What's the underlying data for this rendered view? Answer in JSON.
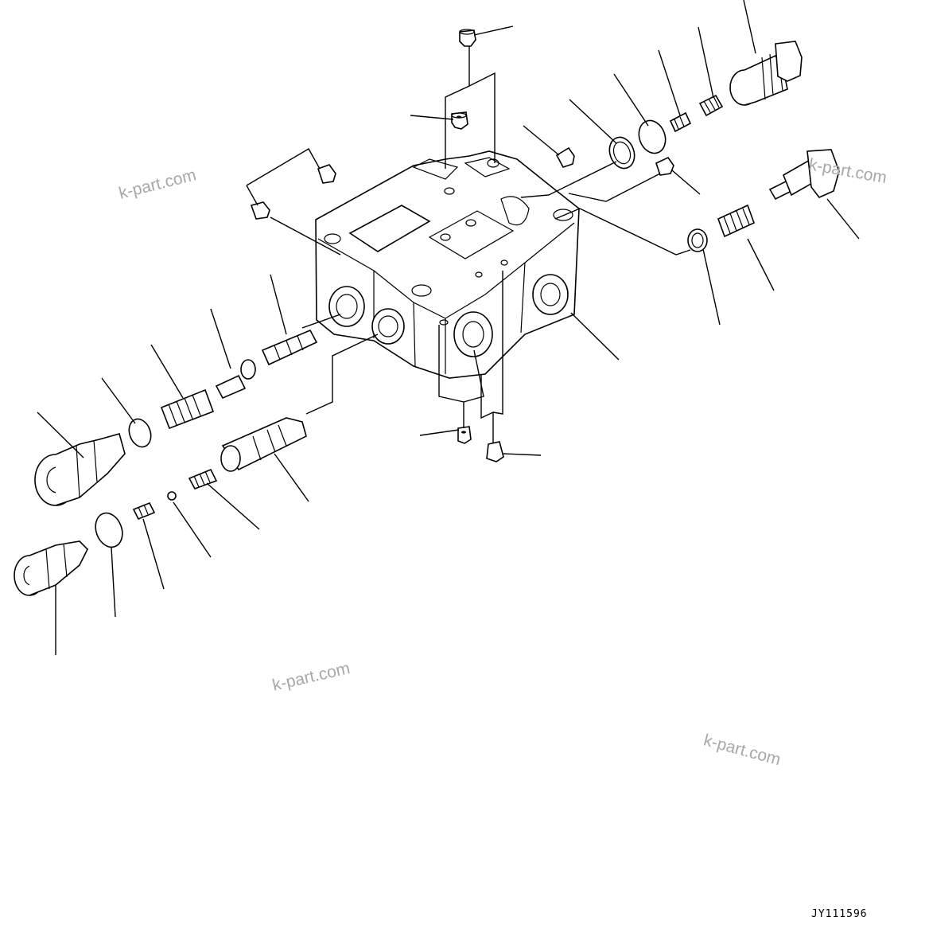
{
  "diagram": {
    "part_code": "JY111596",
    "watermarks": [
      "k-part.com",
      "k-part.com",
      "k-part.com",
      "k-part.com"
    ],
    "colors": {
      "line": "#000000",
      "background": "#ffffff",
      "watermark": "#a8a8a8"
    }
  }
}
